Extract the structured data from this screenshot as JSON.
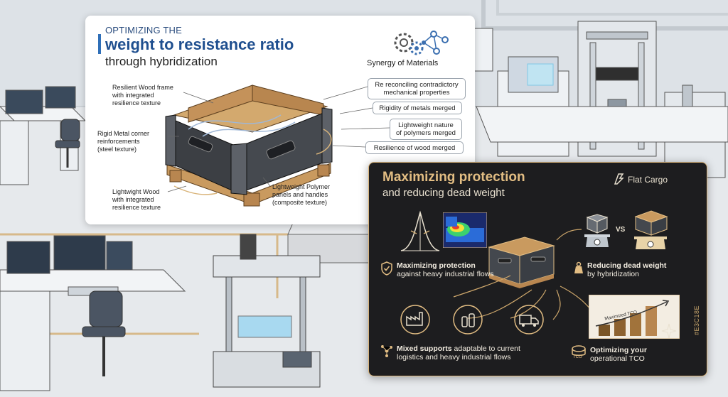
{
  "whiteboard": {
    "title_line1": "OPTIMIZING THE",
    "title_line2": "weight to resistance ratio",
    "title_line3": "through hybridization",
    "synergy_label": "Synergy of Materials",
    "labels": {
      "wood_frame": [
        "Resilient Wood frame",
        "with integrated",
        "resilience texture"
      ],
      "metal_corner": [
        "Rigid Metal corner",
        "reinforcements",
        "(steel texture)"
      ],
      "light_wood": [
        "Lightwight Wood",
        "with integrated",
        "resilience texture"
      ],
      "polymer": [
        "Lightweight Polymer",
        "panels and handles",
        "(composite texture)"
      ]
    },
    "synergy_items": [
      [
        "Re reconciling contradictory",
        "mechanical properties"
      ],
      [
        "Rigidity of metals merged"
      ],
      [
        "Lightweight nature",
        "of polymers merged"
      ],
      [
        "Resilience of wood merged"
      ]
    ]
  },
  "panel": {
    "title_line1": "Maximizing protection",
    "title_line2": "and reducing dead weight",
    "brand": "Flat Cargo",
    "vs": "VS",
    "feature_protection": {
      "bold": "Maximizing protection",
      "rest": "against heavy industrial flows"
    },
    "feature_weight": {
      "bold": "Reducing dead weight",
      "rest": "by hybridization"
    },
    "feature_supports": {
      "bold": "Mixed supports",
      "rest1": "adaptable to current",
      "rest2": "logistics and heavy industrial flows"
    },
    "feature_tco": {
      "bold": "Optimizing your",
      "rest": "operational TCO"
    },
    "chart_label": "Maximized TCO",
    "tco_badge": "TCO",
    "side_code": "#E3C18E"
  },
  "colors": {
    "accent_blue": "#1f4f8f",
    "gold": "#e2bd83",
    "dark_panel": "#1d1d1f"
  }
}
